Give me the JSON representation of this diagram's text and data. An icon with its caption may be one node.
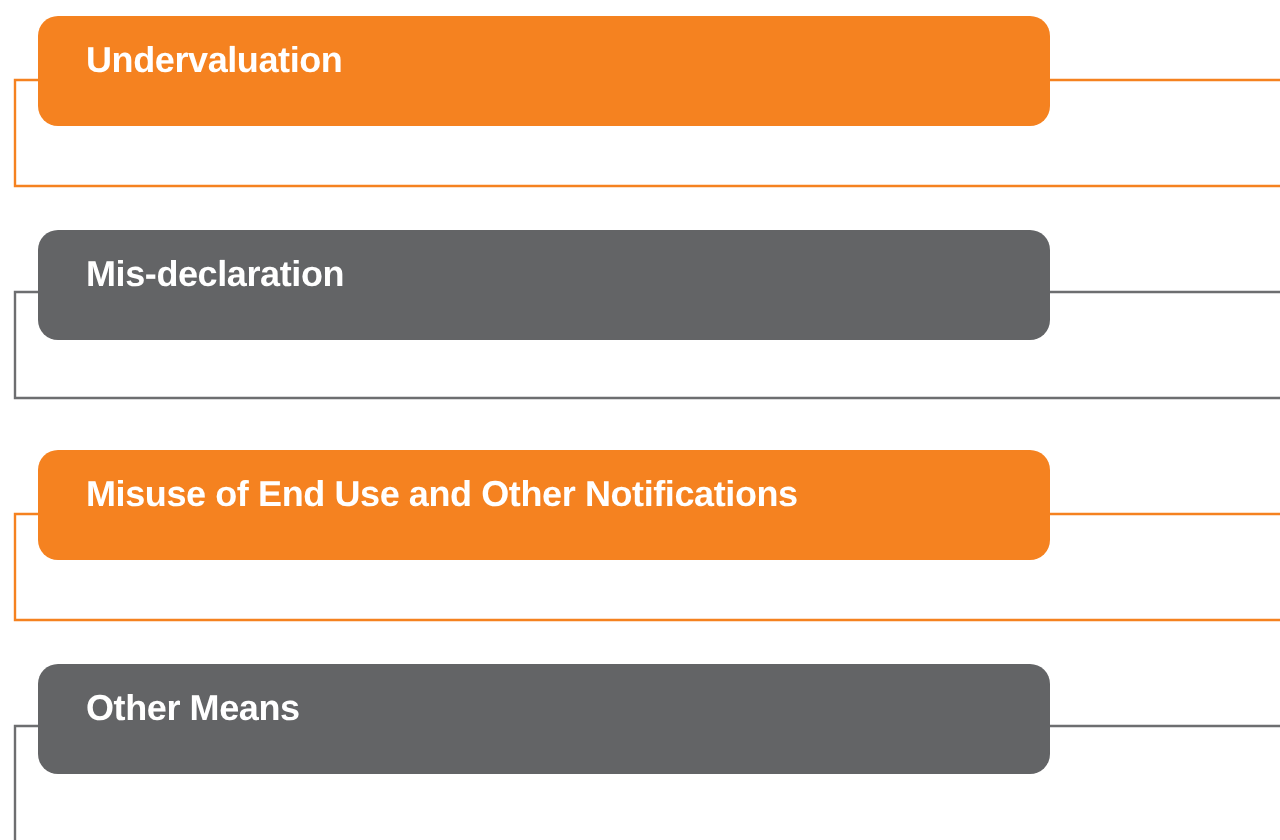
{
  "diagram": {
    "nodes": [
      {
        "text": [
          "Undervaluation"
        ]
      },
      {
        "text": [
          "Mis-declaration"
        ]
      },
      {
        "text": [
          "Misuse of End Use and Other Notifications"
        ]
      },
      {
        "text": [
          "Other Means"
        ]
      }
    ]
  }
}
